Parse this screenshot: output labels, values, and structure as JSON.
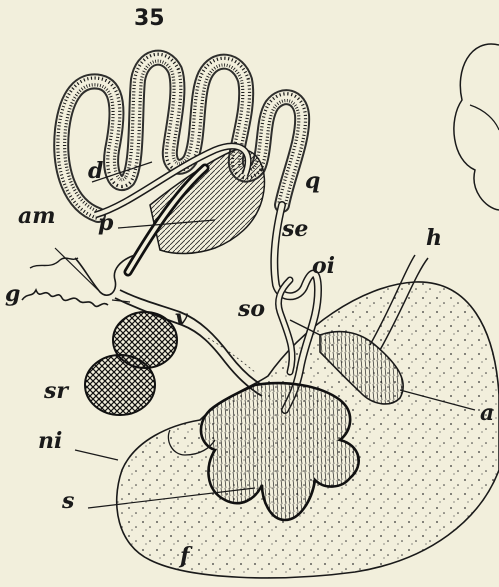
{
  "figure_number": "35",
  "labels": {
    "d": "d",
    "am": "am",
    "p": "p",
    "q": "q",
    "se": "se",
    "h": "h",
    "oi": "oi",
    "g": "g",
    "so": "so",
    "v": "v",
    "sr": "sr",
    "ni": "ni",
    "s": "s",
    "f": "f",
    "a": "a"
  },
  "colors": {
    "paper": "#f2efdc",
    "ink": "#1a1a1a"
  }
}
